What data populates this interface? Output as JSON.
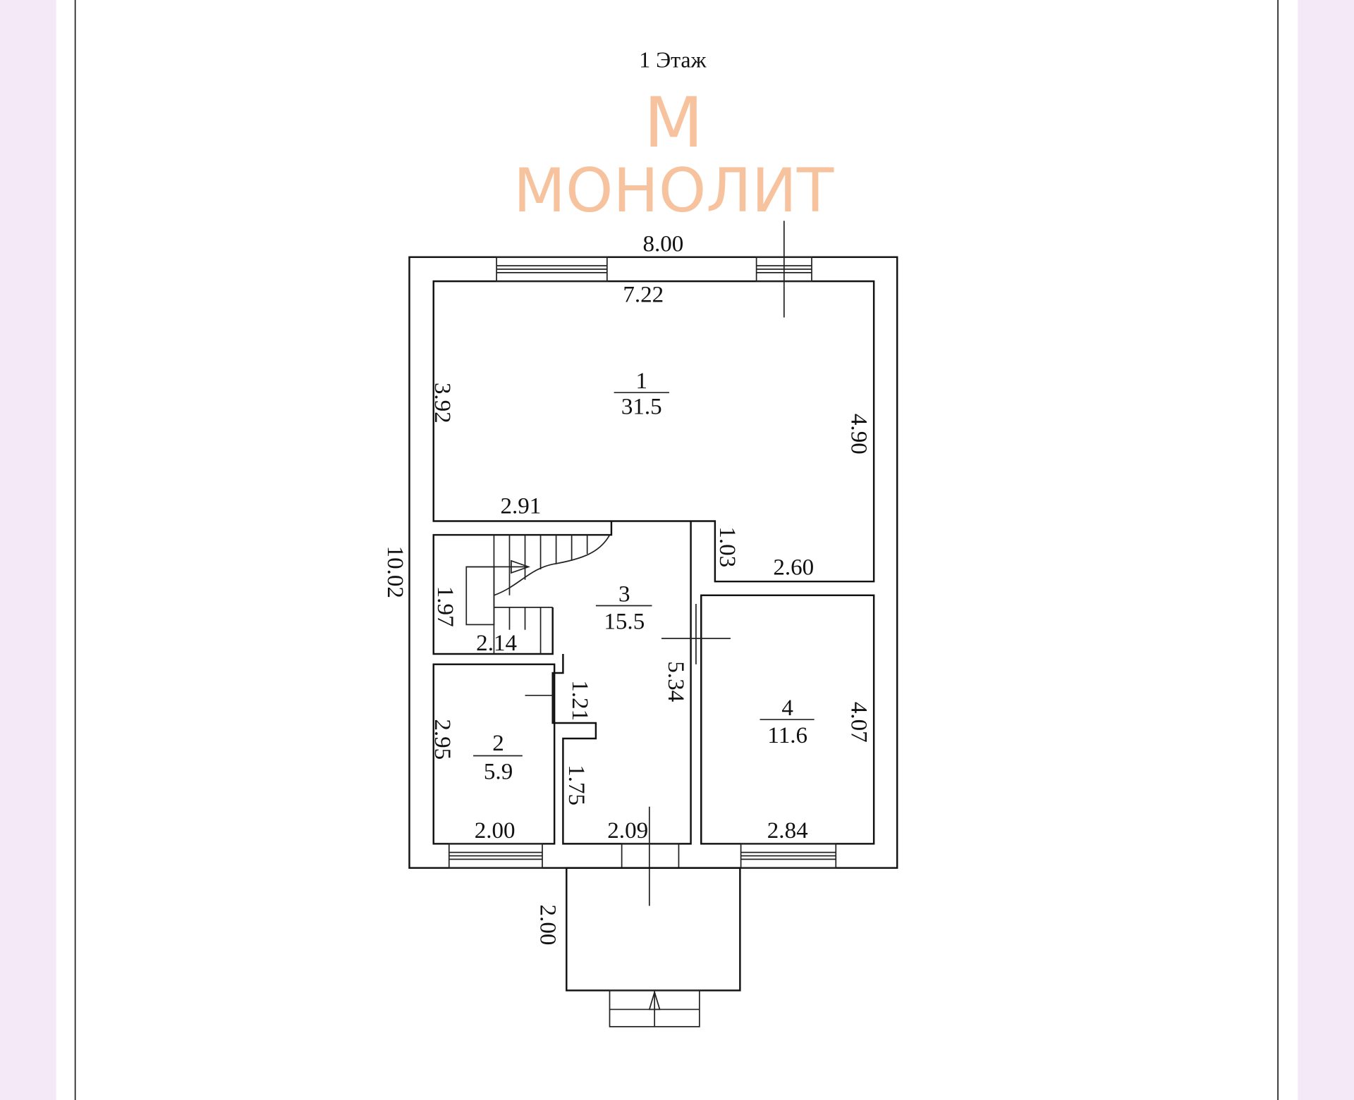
{
  "page": {
    "title": "1 Этаж"
  },
  "colors": {
    "side_background": "#f4eaf7",
    "watermark": "#f3b07e",
    "lines": "#111111"
  },
  "watermark": {
    "letter": "М",
    "name": "МОНОЛИТ"
  },
  "rooms": [
    {
      "number": "1",
      "area": "31.5"
    },
    {
      "number": "2",
      "area": "5.9"
    },
    {
      "number": "3",
      "area": "15.5"
    },
    {
      "number": "4",
      "area": "11.6"
    }
  ],
  "dimensions": {
    "outer_width": "8.00",
    "outer_height": "10.02",
    "room1_width": "7.22",
    "room1_left": "3.92",
    "room1_right": "4.90",
    "room1_bottom_left": "2.91",
    "room1_step": "1.03",
    "room1_bottom_right": "2.60",
    "stair_height": "1.97",
    "stair_width": "2.14",
    "room3_height": "5.34",
    "door_1_21": "1.21",
    "room3_lower": "1.75",
    "room3_width": "2.09",
    "room2_height": "2.95",
    "room2_width": "2.00",
    "room4_height": "4.07",
    "room4_width": "2.84",
    "porch_depth": "2.00"
  }
}
